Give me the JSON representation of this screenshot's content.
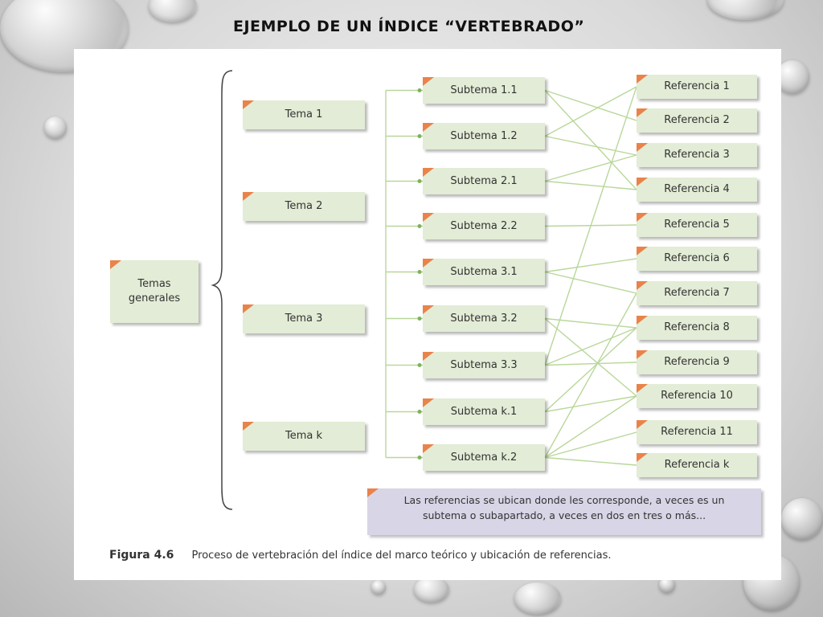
{
  "title": "EJEMPLO DE UN ÍNDICE “VERTEBRADO”",
  "diagram": {
    "root": "Temas generales",
    "temas": [
      "Tema 1",
      "Tema 2",
      "Tema 3",
      "Tema k"
    ],
    "subtemas": [
      "Subtema 1.1",
      "Subtema 1.2",
      "Subtema 2.1",
      "Subtema 2.2",
      "Subtema 3.1",
      "Subtema 3.2",
      "Subtema 3.3",
      "Subtema k.1",
      "Subtema k.2"
    ],
    "referencias": [
      "Referencia 1",
      "Referencia 2",
      "Referencia 3",
      "Referencia 4",
      "Referencia 5",
      "Referencia 6",
      "Referencia 7",
      "Referencia 8",
      "Referencia 9",
      "Referencia 10",
      "Referencia 11",
      "Referencia k"
    ],
    "note": "Las referencias se ubican donde les corresponde, a veces es un subtema o subapartado, a veces en dos en tres o más...",
    "caption_label": "Figura 4.6",
    "caption_text": "Proceso de vertebración del índice del marco teórico y ubicación de referencias.",
    "colors": {
      "box_fill": "#e3ecd6",
      "corner_accent": "#e9834a",
      "connector": "#b9d79a",
      "note_fill": "#d8d5e6"
    }
  }
}
